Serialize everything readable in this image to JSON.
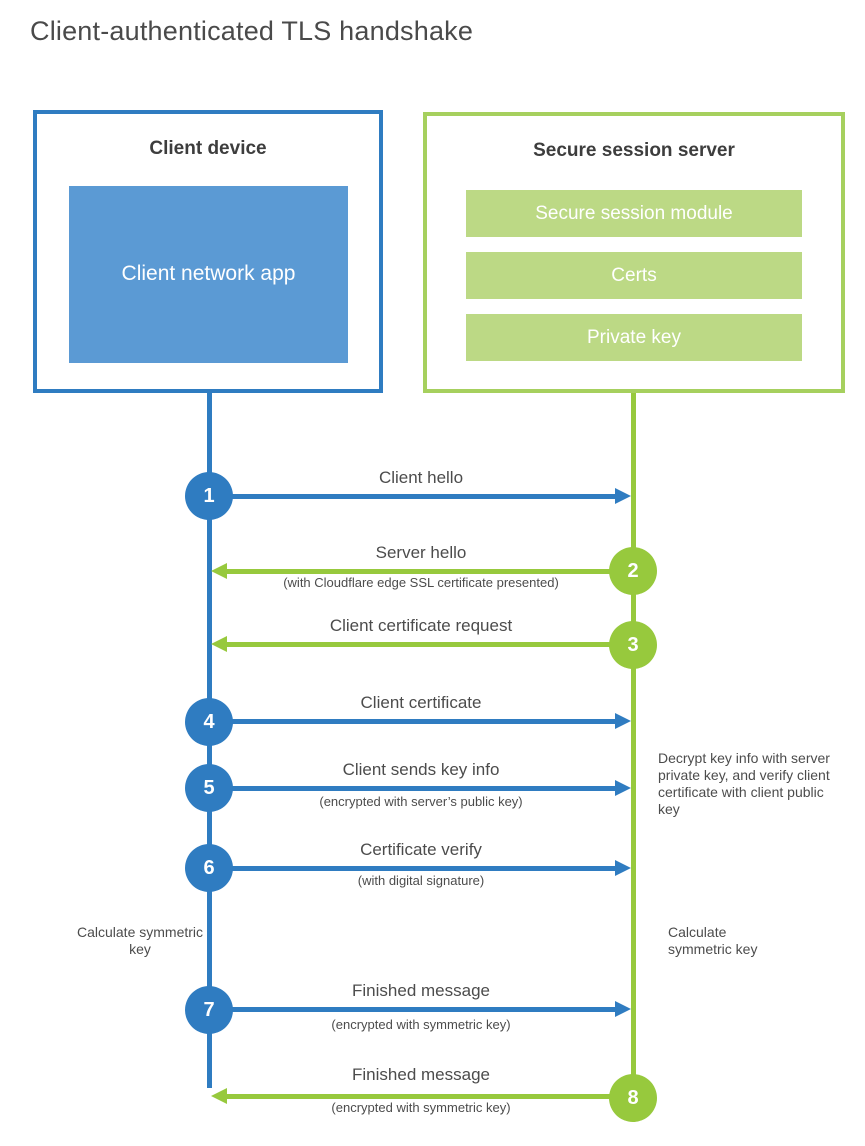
{
  "title": "Client-authenticated TLS handshake",
  "colors": {
    "blue_line": "#2f7cc1",
    "blue_fill": "#5b9ad4",
    "green_line": "#97c93d",
    "green_border": "#a6d05e",
    "green_fill": "#bcd985"
  },
  "client_box": {
    "title": "Client device",
    "app_label": "Client network app"
  },
  "server_box": {
    "title": "Secure session server",
    "modules": [
      "Secure session module",
      "Certs",
      "Private key"
    ]
  },
  "messages": [
    {
      "num": "1",
      "label": "Client hello",
      "sub": "",
      "direction": "client-to-server"
    },
    {
      "num": "2",
      "label": "Server hello",
      "sub": "(with Cloudflare edge SSL certificate presented)",
      "direction": "server-to-client"
    },
    {
      "num": "3",
      "label": "Client certificate request",
      "sub": "",
      "direction": "server-to-client"
    },
    {
      "num": "4",
      "label": "Client certificate",
      "sub": "",
      "direction": "client-to-server"
    },
    {
      "num": "5",
      "label": "Client sends key info",
      "sub": "(encrypted with server’s public key)",
      "direction": "client-to-server"
    },
    {
      "num": "6",
      "label": "Certificate verify",
      "sub": "(with digital signature)",
      "direction": "client-to-server"
    },
    {
      "num": "7",
      "label": "Finished message",
      "sub": "(encrypted with symmetric key)",
      "direction": "client-to-server"
    },
    {
      "num": "8",
      "label": "Finished message",
      "sub": "(encrypted with symmetric key)",
      "direction": "server-to-client"
    }
  ],
  "notes": {
    "decrypt": "Decrypt key info with server private key, and verify client certificate with client public key",
    "calculate_left": "Calculate symmetric key",
    "calculate_right": "Calculate symmetric key"
  }
}
